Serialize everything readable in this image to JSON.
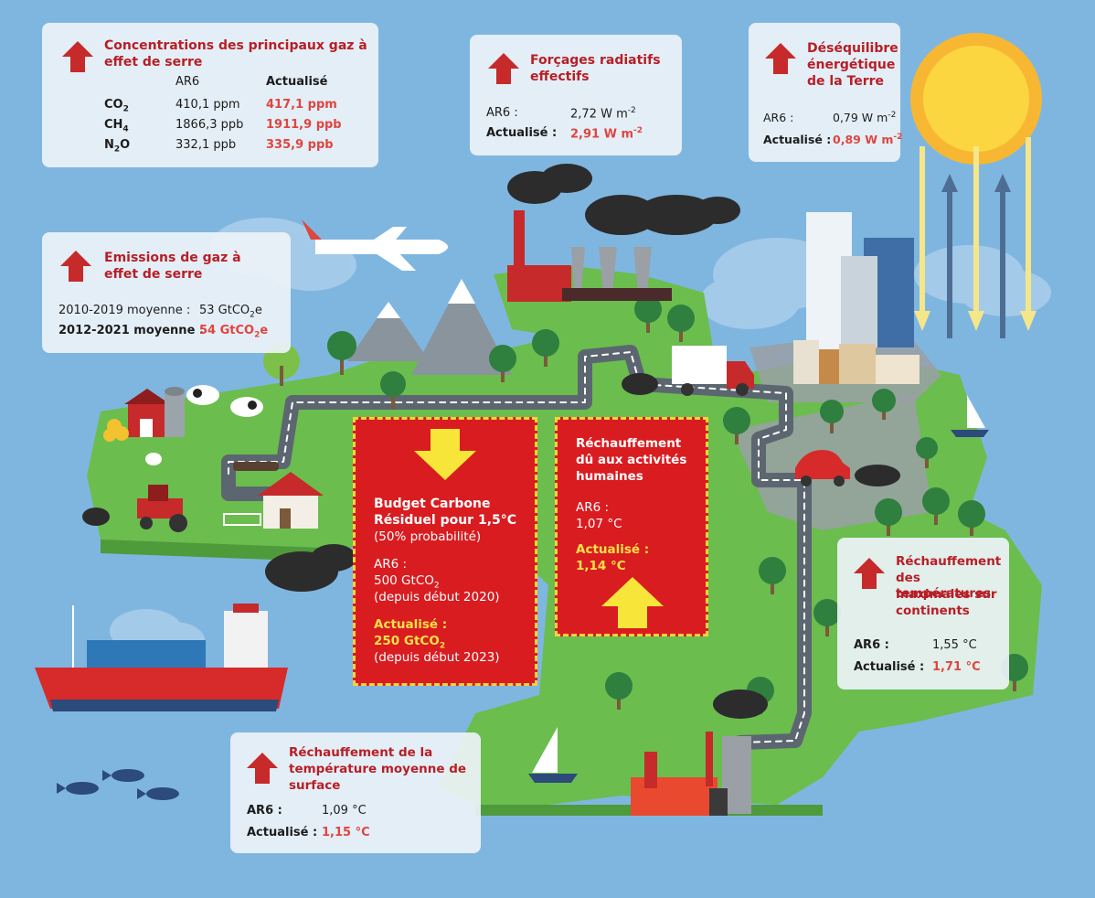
{
  "ghg": {
    "title_line1": "Concentrations des principaux gaz à",
    "title_line2": "effet de serre",
    "col_ar6": "AR6",
    "col_updated": "Actualisé",
    "rows": [
      {
        "gas": "CO",
        "sub": "2",
        "ar6": "410,1 ppm",
        "updated": "417,1 ppm"
      },
      {
        "gas": "CH",
        "sub": "4",
        "ar6": "1866,3 ppb",
        "updated": "1911,9 ppb"
      },
      {
        "gas": "N",
        "sub": "2",
        "gas_tail": "O",
        "ar6": "332,1 ppb",
        "updated": "335,9 ppb"
      }
    ]
  },
  "forcing": {
    "title_line1": "Forçages radiatifs",
    "title_line2": "effectifs",
    "ar6_label": "AR6 :",
    "ar6_value": "2,72 W m",
    "ar6_sup": "-2",
    "updated_label": "Actualisé :",
    "updated_value": "2,91 W m",
    "updated_sup": "-2"
  },
  "imbalance": {
    "title_line1": "Déséquilibre",
    "title_line2": "énergétique",
    "title_line3": "de la Terre",
    "ar6_label": "AR6 :",
    "ar6_value": "0,79 W m",
    "ar6_sup": "-2",
    "updated_label": "Actualisé :",
    "updated_value": "0,89 W m",
    "updated_sup": "-2"
  },
  "emissions": {
    "title_line1": "Emissions de gaz à",
    "title_line2": "effet de serre",
    "row1_label": "2010-2019 moyenne :",
    "row1_value": "53 GtCO",
    "row1_sub": "2",
    "row1_tail": "e",
    "row2_label": "2012-2021 moyenne :",
    "row2_value": "54 GtCO",
    "row2_sub": "2",
    "row2_tail": "e"
  },
  "budget": {
    "line1": "Budget Carbone",
    "line2": "Résiduel pour 1,5°C",
    "line3": "(50% probabilité)",
    "ar6_label": "AR6 :",
    "ar6_value": "500 GtCO",
    "ar6_sub": "2",
    "ar6_note": "(depuis début 2020)",
    "updated_label": "Actualisé :",
    "updated_value": "250 GtCO",
    "updated_sub": "2",
    "updated_note": "(depuis début 2023)"
  },
  "human": {
    "line1": "Réchauffement",
    "line2": "dû aux activités",
    "line3": "humaines",
    "ar6_label": "AR6 :",
    "ar6_value": "1,07 °C",
    "updated_label": "Actualisé :",
    "updated_value": "1,14 °C"
  },
  "land": {
    "title_line1": "Réchauffement",
    "title_line2": "des températures",
    "title_line3": "maximales sur",
    "title_line4": "continents",
    "ar6_label": "AR6 :",
    "ar6_value": "1,55 °C",
    "updated_label": "Actualisé :",
    "updated_value": "1,71 °C"
  },
  "surface": {
    "title_line1": "Réchauffement de la",
    "title_line2": "température moyenne de",
    "title_line3": "surface",
    "ar6_label": "AR6 :",
    "ar6_value": "1,09 °C",
    "updated_label": "Actualisé :",
    "updated_value": "1,15 °C"
  },
  "colors": {
    "ocean": "#7fb6e0",
    "land": "#6bbd4e",
    "box_red": "#d91c20",
    "box_border": "#f5d33a",
    "title_red": "#b81e26",
    "updated_red": "#e0453f",
    "updated_yellow": "#ffe24a"
  }
}
